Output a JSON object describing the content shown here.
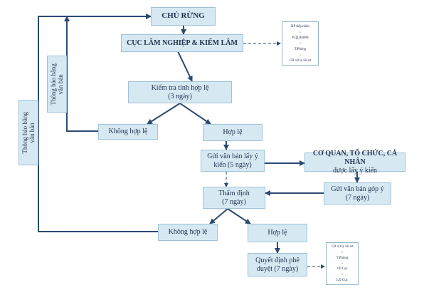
{
  "nodes": {
    "chu_rung": "CHỦ RỪNG",
    "cuc": "CỤC LÂM NGHIỆP & KIỂM LÂM",
    "kiem_tra": [
      "Kiểm tra tính hợp lệ",
      "(3 ngày)"
    ],
    "khong_hop_le_1": "Không hợp lệ",
    "hop_le_1": "Hợp lệ",
    "gui_van_ban": [
      "Gửi văn bản lấy ý",
      "kiến (5 ngày)"
    ],
    "co_quan": [
      "CƠ QUAN, TỔ CHỨC, CÁ NHÂN",
      "được lấy ý kiến"
    ],
    "gui_gop_y": [
      "Gửi văn bản góp ý",
      "(7 ngày)"
    ],
    "tham_dinh": [
      "Thẩm định",
      "(7 ngày)"
    ],
    "khong_hop_le_2": "Không hợp lệ",
    "hop_le_2": "Hợp lệ",
    "quyet_dinh": [
      "Quyết định phê",
      "duyệt (7 ngày)"
    ]
  },
  "side_labels": {
    "outer": [
      "Thông báo bằng",
      "văn bản"
    ],
    "inner": [
      "Thông báo bằng",
      "văn bản"
    ]
  },
  "side_chain_top": [
    "BP tiếp nhận",
    "P.QLRĐPH",
    "T.Phòng",
    "CB xử lý hồ sơ"
  ],
  "side_chain_bottom": [
    "CB xử lý hồ sơ",
    "T.Phòng",
    "VP Cục",
    "LĐ Cục"
  ],
  "chain_arrow": "↓",
  "colors": {
    "box_fill": "#d6e9f3",
    "line": "#2b4a72",
    "text": "#1f2f4a"
  }
}
